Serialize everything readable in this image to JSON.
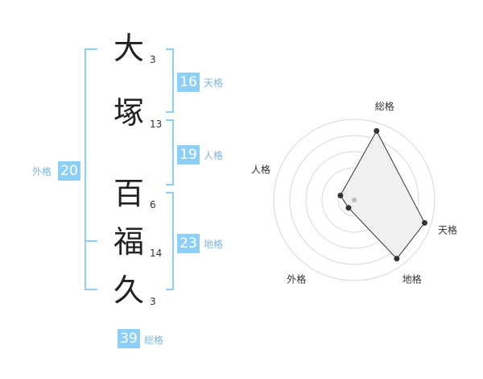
{
  "name": {
    "chars": [
      {
        "char": "大",
        "strokes": "3"
      },
      {
        "char": "塚",
        "strokes": "13"
      },
      {
        "char": "百",
        "strokes": "6"
      },
      {
        "char": "福",
        "strokes": "14"
      },
      {
        "char": "久",
        "strokes": "3"
      }
    ]
  },
  "kakusu": {
    "tenkaku": {
      "value": "16",
      "label": "天格"
    },
    "jinkaku": {
      "value": "19",
      "label": "人格"
    },
    "chikaku": {
      "value": "23",
      "label": "地格"
    },
    "gaikaku": {
      "value": "20",
      "label": "外格"
    },
    "soukaku": {
      "value": "39",
      "label": "総格"
    }
  },
  "colors": {
    "accent": "#8ecff6",
    "label": "#7ab6de",
    "radar_fill": "#f0f0f0"
  },
  "chart_data": {
    "type": "radar",
    "axes": [
      "総格",
      "天格",
      "地格",
      "外格",
      "人格"
    ],
    "values": [
      4.5,
      4.6,
      4.5,
      0.6,
      0.9
    ],
    "max": 5,
    "rings": 5
  }
}
